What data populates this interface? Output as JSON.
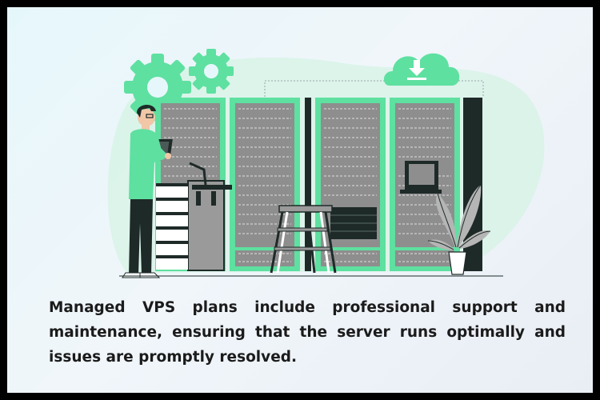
{
  "caption": {
    "text": "Managed VPS plans include professional support and maintenance, ensuring that the server runs optimally and issues are promptly resolved."
  },
  "illustration": {
    "elements": [
      "gear-icon",
      "cloud-download-icon",
      "server-rack",
      "engineer-figure",
      "laptop",
      "step-ladder",
      "wall-monitor",
      "potted-plant"
    ]
  },
  "colors": {
    "frame_border": "#000000",
    "accent_green": "#5ee0a0",
    "rack_gray": "#8e8e8e",
    "dark": "#1e2a28",
    "text": "#1b1b1b"
  }
}
